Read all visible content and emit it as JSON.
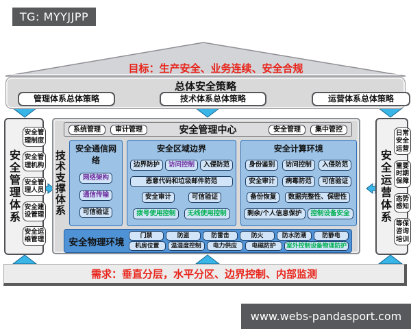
{
  "watermarks": {
    "tg_badge": "TG: MYYJJPP",
    "website": "www.webs-pandasport.com"
  },
  "roof": {
    "goal_text": "目标：生产安全、业务连续、安全合规"
  },
  "strategy": {
    "title": "总体安全策略",
    "items": [
      "管理体系总体策略",
      "技术体系总体策略",
      "运营体系总体策略"
    ]
  },
  "left_pillar": {
    "title": "安全管理体系",
    "items": [
      "安全管理制度",
      "安全管理机构",
      "安全管理人员",
      "安全建设管理",
      "安全运维管理"
    ]
  },
  "right_pillar": {
    "title": "安全运营体系",
    "items": [
      "日常安全运营",
      "重要时期保障",
      "态势感知",
      "等保咨询培训"
    ]
  },
  "center": {
    "tech_system_title": "技术支撑体系",
    "management_center": {
      "title": "安全管理中心",
      "left_items": [
        "系统管理",
        "审计管理"
      ],
      "right_items": [
        "安全管理",
        "集中管控"
      ]
    },
    "panels": [
      {
        "title": "安全通信网络",
        "rows": [
          [
            {
              "t": "网络架构",
              "c": "purple"
            }
          ],
          [
            {
              "t": "通信传输",
              "c": "purple"
            }
          ],
          [
            {
              "t": "可信验证"
            }
          ]
        ]
      },
      {
        "title": "安全区域边界",
        "rows": [
          [
            {
              "t": "边界防护"
            },
            {
              "t": "访问控制",
              "c": "purple"
            },
            {
              "t": "入侵防范"
            }
          ],
          [
            {
              "t": "恶意代码和垃圾邮件防范",
              "wide": true
            }
          ],
          [
            {
              "t": "安全审计"
            },
            {
              "t": "可信验证"
            }
          ],
          [
            {
              "t": "拨号使用控制",
              "c": "green"
            },
            {
              "t": "无线使用控制",
              "c": "green"
            }
          ]
        ]
      },
      {
        "title": "安全计算环境",
        "rows": [
          [
            {
              "t": "身份鉴别"
            },
            {
              "t": "访问控制"
            },
            {
              "t": "入侵防范"
            }
          ],
          [
            {
              "t": "安全审计"
            },
            {
              "t": "病毒防范"
            },
            {
              "t": "可信验证"
            }
          ],
          [
            {
              "t": "备份恢复"
            },
            {
              "t": "数据完整性、保密性"
            }
          ],
          [
            {
              "t": "剩余/个人信息保护"
            },
            {
              "t": "控制设备安全",
              "c": "green"
            }
          ]
        ]
      }
    ],
    "physical": {
      "title": "安全物理环境",
      "rows": [
        [
          {
            "t": "门禁"
          },
          {
            "t": "防盗"
          },
          {
            "t": "防雷击"
          },
          {
            "t": "防火"
          },
          {
            "t": "防水防潮"
          },
          {
            "t": "防静电"
          }
        ],
        [
          {
            "t": "机房位置"
          },
          {
            "t": "温湿度控制"
          },
          {
            "t": "电力供应"
          },
          {
            "t": "电磁防护"
          },
          {
            "t": "室外控制设备物理防护",
            "c": "green"
          }
        ]
      ]
    }
  },
  "requirement_bar": {
    "text": "需求：垂直分层，水平分区、边界控制、内部监测"
  },
  "colors": {
    "accent_red": "#e8251c",
    "panel_blue": "#9cc2e6",
    "physical_blue": "#4f93d6",
    "inner_box_blue": "#d2e5f8",
    "arrow_cyan": "#3ab5e8",
    "purple_text": "#7030a0",
    "green_text": "#00b050",
    "badge_gray": "#58595b",
    "container_gray": "#d9d9d9"
  },
  "icons": {
    "down_arrow": "▼",
    "up_arrow": "▲",
    "double_arrow": "⇔"
  }
}
